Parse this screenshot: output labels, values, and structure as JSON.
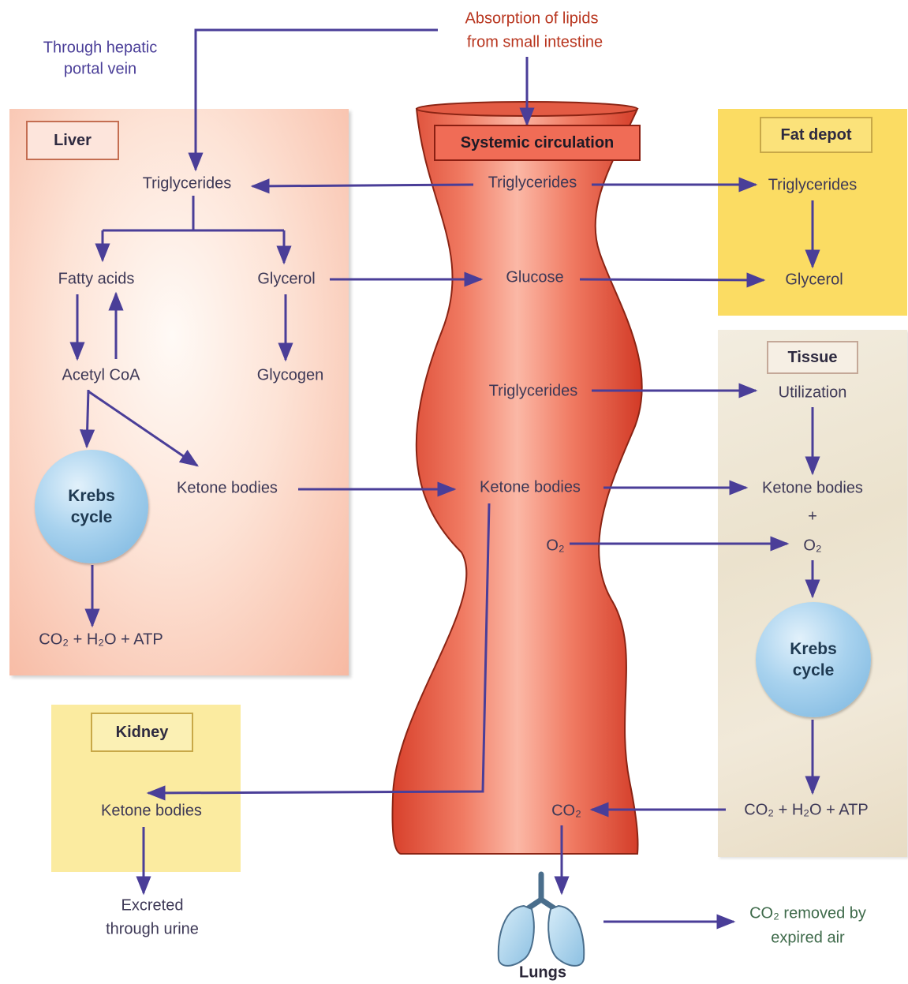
{
  "header": {
    "absorption_line1": "Absorption of lipids",
    "absorption_line2": "from small intestine",
    "hepatic_line1": "Through hepatic",
    "hepatic_line2": "portal vein"
  },
  "liver": {
    "label": "Liver",
    "triglycerides": "Triglycerides",
    "fatty_acids": "Fatty acids",
    "glycerol": "Glycerol",
    "acetyl_coa": "Acetyl CoA",
    "glycogen": "Glycogen",
    "ketone_bodies": "Ketone bodies",
    "krebs_line1": "Krebs",
    "krebs_line2": "cycle",
    "products": "CO₂ + H₂O + ATP"
  },
  "systemic": {
    "label": "Systemic circulation",
    "triglycerides_top": "Triglycerides",
    "glucose": "Glucose",
    "triglycerides_mid": "Triglycerides",
    "ketone_bodies": "Ketone bodies",
    "o2": "O₂",
    "co2": "CO₂"
  },
  "fat_depot": {
    "label": "Fat depot",
    "triglycerides": "Triglycerides",
    "glycerol": "Glycerol"
  },
  "tissue": {
    "label": "Tissue",
    "utilization": "Utilization",
    "ketone_bodies": "Ketone bodies",
    "plus": "+",
    "o2": "O₂",
    "krebs_line1": "Krebs",
    "krebs_line2": "cycle",
    "products": "CO₂ + H₂O + ATP"
  },
  "kidney": {
    "label": "Kidney",
    "ketone_bodies": "Ketone bodies",
    "excreted_line1": "Excreted",
    "excreted_line2": "through urine"
  },
  "lungs": {
    "label": "Lungs",
    "co2_removed_line1": "CO₂ removed by",
    "co2_removed_line2": "expired air"
  },
  "colors": {
    "arrow": "#4a3e98",
    "vessel": "#ea5a44",
    "liver_panel": "#f9c6b2",
    "fat_depot_panel": "#fbdc63",
    "kidney_panel": "#fbeba0",
    "krebs_circle": "#9ccbec"
  }
}
